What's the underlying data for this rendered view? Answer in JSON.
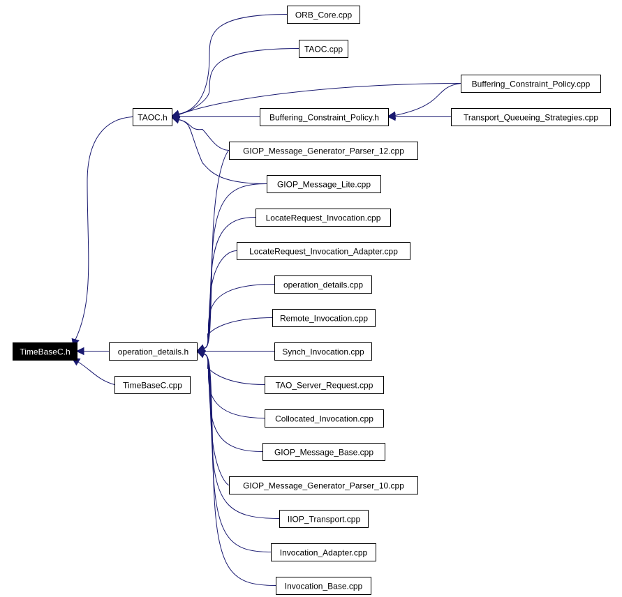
{
  "diagram": {
    "root": "timebasec-h",
    "colors": {
      "edge": "#191970",
      "node_border": "#000000",
      "root_fill": "#000000",
      "root_text": "#ffffff"
    },
    "nodes": [
      {
        "id": "timebasec-h",
        "label": "TimeBaseC.h"
      },
      {
        "id": "taoc-h",
        "label": "TAOC.h"
      },
      {
        "id": "operation-details-h",
        "label": "operation_details.h"
      },
      {
        "id": "timebasec-cpp",
        "label": "TimeBaseC.cpp"
      },
      {
        "id": "orb-core-cpp",
        "label": "ORB_Core.cpp"
      },
      {
        "id": "taoc-cpp",
        "label": "TAOC.cpp"
      },
      {
        "id": "buffering-constraint-policy-cpp",
        "label": "Buffering_Constraint_Policy.cpp"
      },
      {
        "id": "buffering-constraint-policy-h",
        "label": "Buffering_Constraint_Policy.h"
      },
      {
        "id": "transport-queueing-strategies-cpp",
        "label": "Transport_Queueing_Strategies.cpp"
      },
      {
        "id": "giop-message-generator-parser-12-cpp",
        "label": "GIOP_Message_Generator_Parser_12.cpp"
      },
      {
        "id": "giop-message-lite-cpp",
        "label": "GIOP_Message_Lite.cpp"
      },
      {
        "id": "locaterequest-invocation-cpp",
        "label": "LocateRequest_Invocation.cpp"
      },
      {
        "id": "locaterequest-invocation-adapter-cpp",
        "label": "LocateRequest_Invocation_Adapter.cpp"
      },
      {
        "id": "operation-details-cpp",
        "label": "operation_details.cpp"
      },
      {
        "id": "remote-invocation-cpp",
        "label": "Remote_Invocation.cpp"
      },
      {
        "id": "synch-invocation-cpp",
        "label": "Synch_Invocation.cpp"
      },
      {
        "id": "tao-server-request-cpp",
        "label": "TAO_Server_Request.cpp"
      },
      {
        "id": "collocated-invocation-cpp",
        "label": "Collocated_Invocation.cpp"
      },
      {
        "id": "giop-message-base-cpp",
        "label": "GIOP_Message_Base.cpp"
      },
      {
        "id": "giop-message-generator-parser-10-cpp",
        "label": "GIOP_Message_Generator_Parser_10.cpp"
      },
      {
        "id": "iiop-transport-cpp",
        "label": "IIOP_Transport.cpp"
      },
      {
        "id": "invocation-adapter-cpp",
        "label": "Invocation_Adapter.cpp"
      },
      {
        "id": "invocation-base-cpp",
        "label": "Invocation_Base.cpp"
      }
    ],
    "edges": [
      {
        "from": "taoc-h",
        "to": "timebasec-h"
      },
      {
        "from": "operation-details-h",
        "to": "timebasec-h"
      },
      {
        "from": "timebasec-cpp",
        "to": "timebasec-h"
      },
      {
        "from": "orb-core-cpp",
        "to": "taoc-h"
      },
      {
        "from": "taoc-cpp",
        "to": "taoc-h"
      },
      {
        "from": "buffering-constraint-policy-cpp",
        "to": "taoc-h"
      },
      {
        "from": "buffering-constraint-policy-h",
        "to": "taoc-h"
      },
      {
        "from": "giop-message-generator-parser-12-cpp",
        "to": "taoc-h"
      },
      {
        "from": "giop-message-lite-cpp",
        "to": "taoc-h"
      },
      {
        "from": "buffering-constraint-policy-cpp",
        "to": "buffering-constraint-policy-h"
      },
      {
        "from": "transport-queueing-strategies-cpp",
        "to": "buffering-constraint-policy-h"
      },
      {
        "from": "giop-message-generator-parser-12-cpp",
        "to": "operation-details-h"
      },
      {
        "from": "giop-message-lite-cpp",
        "to": "operation-details-h"
      },
      {
        "from": "locaterequest-invocation-cpp",
        "to": "operation-details-h"
      },
      {
        "from": "locaterequest-invocation-adapter-cpp",
        "to": "operation-details-h"
      },
      {
        "from": "operation-details-cpp",
        "to": "operation-details-h"
      },
      {
        "from": "remote-invocation-cpp",
        "to": "operation-details-h"
      },
      {
        "from": "synch-invocation-cpp",
        "to": "operation-details-h"
      },
      {
        "from": "tao-server-request-cpp",
        "to": "operation-details-h"
      },
      {
        "from": "collocated-invocation-cpp",
        "to": "operation-details-h"
      },
      {
        "from": "giop-message-base-cpp",
        "to": "operation-details-h"
      },
      {
        "from": "giop-message-generator-parser-10-cpp",
        "to": "operation-details-h"
      },
      {
        "from": "iiop-transport-cpp",
        "to": "operation-details-h"
      },
      {
        "from": "invocation-adapter-cpp",
        "to": "operation-details-h"
      },
      {
        "from": "invocation-base-cpp",
        "to": "operation-details-h"
      }
    ]
  }
}
